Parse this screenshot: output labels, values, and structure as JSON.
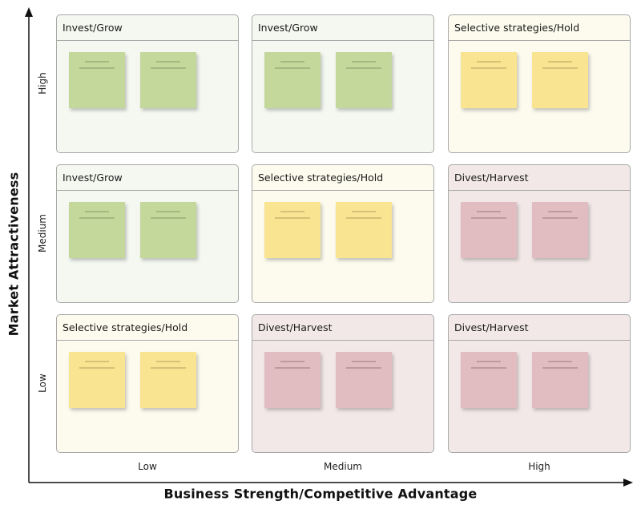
{
  "diagram": {
    "y_axis_title": "Market Attractiveness",
    "x_axis_title": "Business Strength/Competitive Advantage",
    "row_labels": [
      "High",
      "Medium",
      "Low"
    ],
    "col_labels": [
      "Low",
      "Medium",
      "High"
    ],
    "cells": [
      {
        "title": "Invest/Grow",
        "status": "green",
        "notes": 2
      },
      {
        "title": "Invest/Grow",
        "status": "green",
        "notes": 2
      },
      {
        "title": "Selective strategies/Hold",
        "status": "yellow",
        "notes": 2
      },
      {
        "title": "Invest/Grow",
        "status": "green",
        "notes": 2
      },
      {
        "title": "Selective strategies/Hold",
        "status": "yellow",
        "notes": 2
      },
      {
        "title": "Divest/Harvest",
        "status": "red",
        "notes": 2
      },
      {
        "title": "Selective strategies/Hold",
        "status": "yellow",
        "notes": 2
      },
      {
        "title": "Divest/Harvest",
        "status": "red",
        "notes": 2
      },
      {
        "title": "Divest/Harvest",
        "status": "red",
        "notes": 2
      }
    ]
  },
  "colors": {
    "green_note": "#c5d89c",
    "yellow_note": "#f8e491",
    "red_note": "#e1bdc1",
    "green_cell": "#f4f8f1",
    "yellow_cell": "#fcfbee",
    "red_cell": "#f3e8e8"
  }
}
